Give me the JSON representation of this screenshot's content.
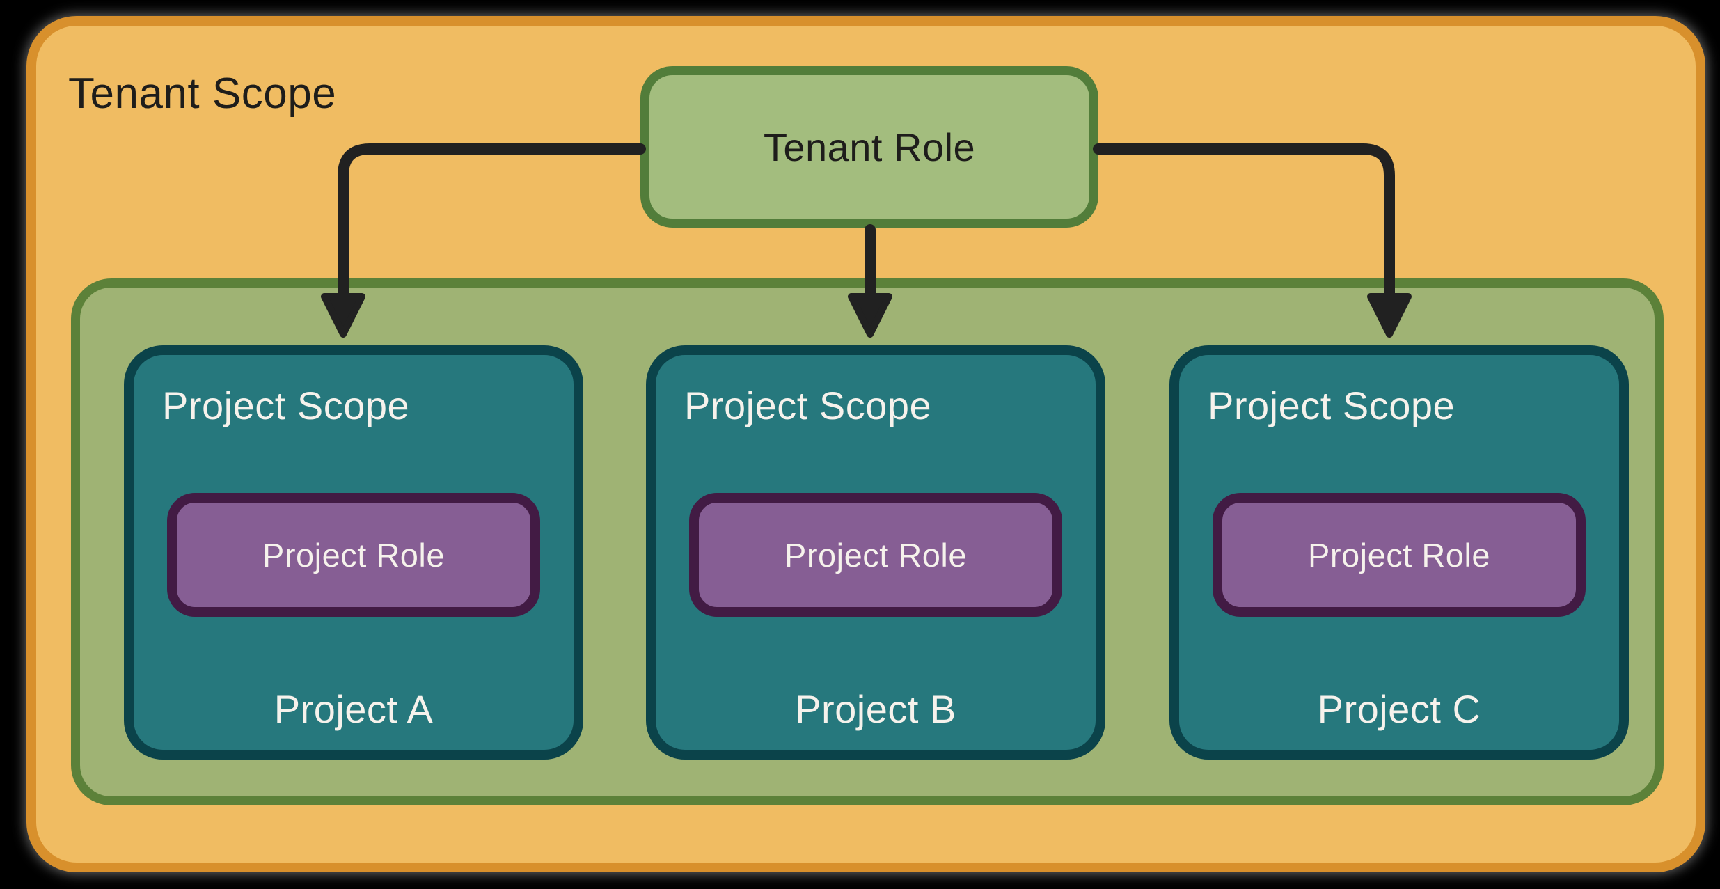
{
  "title": "Tenant Scope",
  "tenant_role": {
    "label": "Tenant Role"
  },
  "projects": [
    {
      "scope_label": "Project Scope",
      "role_label": "Project Role",
      "name": "Project A"
    },
    {
      "scope_label": "Project Scope",
      "role_label": "Project Role",
      "name": "Project B"
    },
    {
      "scope_label": "Project Scope",
      "role_label": "Project Role",
      "name": "Project C"
    }
  ],
  "colors": {
    "canvas_bg": "#000000",
    "tenant_fill": "#f0bc62",
    "tenant_border": "#d8902c",
    "green_fill": "#9fb374",
    "green_border": "#5c8139",
    "role_fill": "#a3bd7e",
    "role_border": "#527d3a",
    "project_fill": "#26787d",
    "project_border": "#0b434a",
    "purple_fill": "#865e94",
    "purple_border": "#421b44",
    "arrow": "#212121",
    "text_dark": "#1e1d1b",
    "text_light": "#f6f2ec"
  }
}
